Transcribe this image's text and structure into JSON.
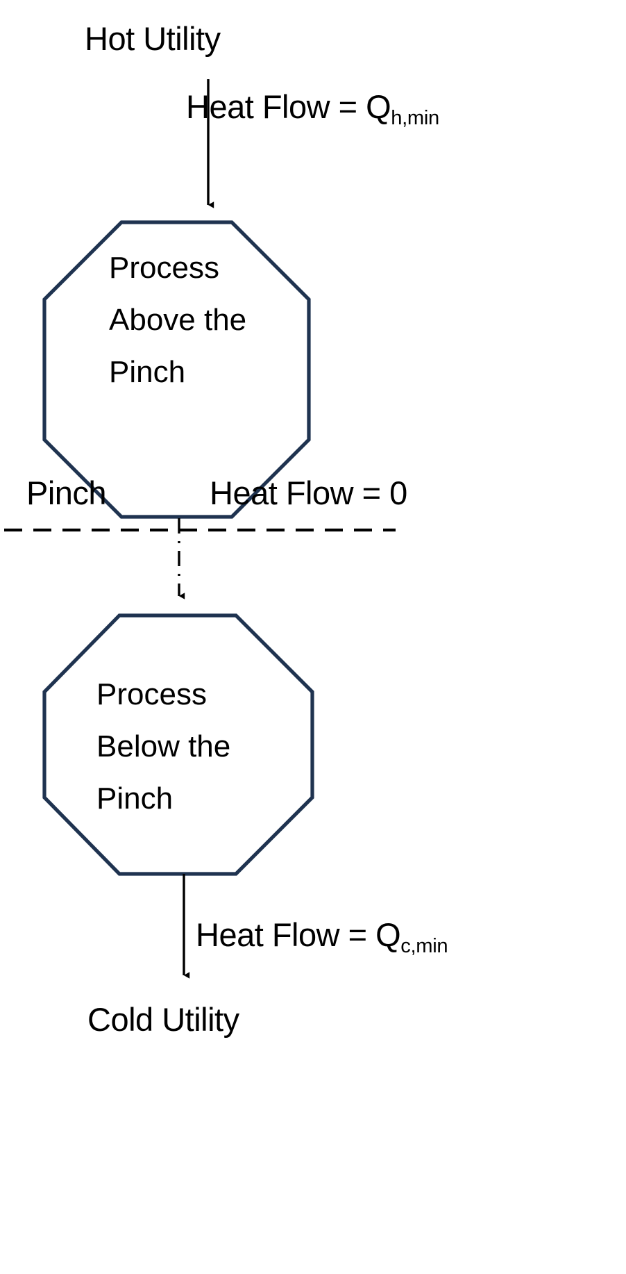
{
  "diagram": {
    "title": "Pinch Analysis Heat Flow Diagram",
    "stroke_color": "#1F3350",
    "text_color": "#000000",
    "background": "#ffffff"
  },
  "labels": {
    "hot_utility": "Hot Utility",
    "cold_utility": "Cold Utility",
    "pinch": "Pinch",
    "heat_flow_zero": "Heat Flow = 0"
  },
  "flows": {
    "top": {
      "prefix": "Heat Flow = Q",
      "subscript": "h,min",
      "full": "Heat Flow = Qh,min"
    },
    "middle": {
      "prefix": "Heat Flow = 0",
      "subscript": "",
      "full": "Heat Flow = 0"
    },
    "bottom": {
      "prefix": "Heat Flow = Q",
      "subscript": "c,min",
      "full": "Heat Flow = Qc,min"
    }
  },
  "nodes": {
    "above": {
      "shape": "octagon",
      "lines": [
        "Process",
        "Above the",
        "Pinch"
      ]
    },
    "below": {
      "shape": "octagon",
      "lines": [
        "Process",
        "Below the",
        "Pinch"
      ]
    }
  }
}
